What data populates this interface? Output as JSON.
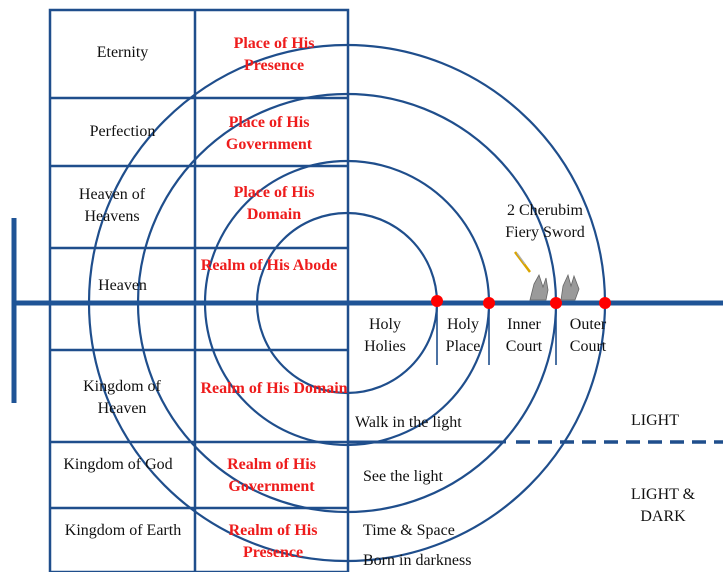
{
  "rows": [
    {
      "realm": "Eternity",
      "place": "Place of His Presence"
    },
    {
      "realm": "Perfection",
      "place": "Place of His Government"
    },
    {
      "realm": "Heaven of Heavens",
      "place": "Place of His Domain"
    },
    {
      "realm": "Heaven",
      "place": "Realm of His Abode"
    },
    {
      "realm": "Kingdom of Heaven",
      "place": "Realm of His Domain"
    },
    {
      "realm": "Kingdom of God",
      "place": "Realm of His Government"
    },
    {
      "realm": "Kingdom of Earth",
      "place": "Realm of His Presence"
    }
  ],
  "courts": {
    "holy_holies": "Holy Holies",
    "holy_place": "Holy Place",
    "inner_court": "Inner Court",
    "outer_court": "Outer Court"
  },
  "cherubim": {
    "line1": "2 Cherubim",
    "line2": "Fiery Sword"
  },
  "walk": {
    "walk_in_light": "Walk in the light",
    "see_light": "See the light",
    "time_space": "Time & Space",
    "born_darkness": "Born in darkness"
  },
  "zones": {
    "light": "LIGHT",
    "light_dark": "LIGHT & DARK"
  },
  "colors": {
    "table_line": "#1f4e8c",
    "axis": "#1f5496",
    "red": "#ee1c1c",
    "dot": "#ff0000"
  }
}
